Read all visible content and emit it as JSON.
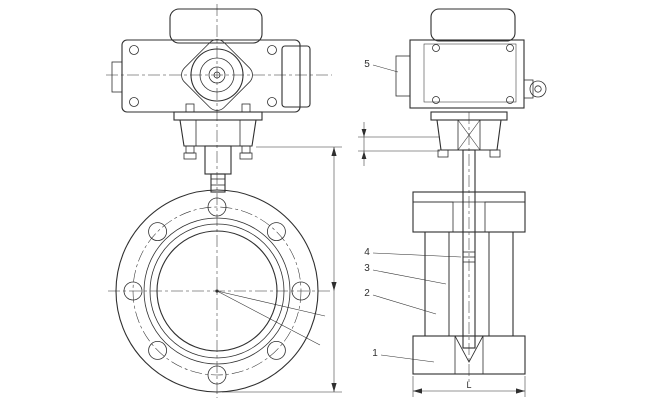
{
  "colors": {
    "line": "#2f2f2f",
    "hatch": "#555555",
    "background": "#ffffff"
  },
  "callouts": [
    {
      "id": "5",
      "label": "5"
    },
    {
      "id": "4",
      "label": "4"
    },
    {
      "id": "3",
      "label": "3"
    },
    {
      "id": "2",
      "label": "2"
    },
    {
      "id": "1",
      "label": "1"
    }
  ],
  "dimensions": {
    "width_label": "L"
  }
}
